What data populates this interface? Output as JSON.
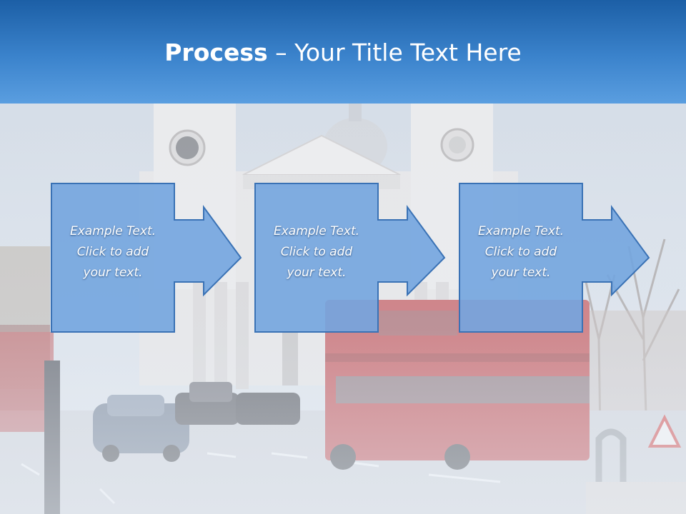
{
  "slide": {
    "title_bold": "Process",
    "title_rest": " – Your Title Text Here"
  },
  "steps": [
    {
      "text": "Example Text.\nClick  to add\nyour text."
    },
    {
      "text": "Example Text.\nClick  to add\nyour text."
    },
    {
      "text": "Example Text.\nClick  to add\nyour text."
    }
  ],
  "colors": {
    "header": "#2e74bf",
    "box_fill": "#73a5df",
    "box_stroke": "#3a72b5",
    "bus_red": "#b8353a"
  }
}
